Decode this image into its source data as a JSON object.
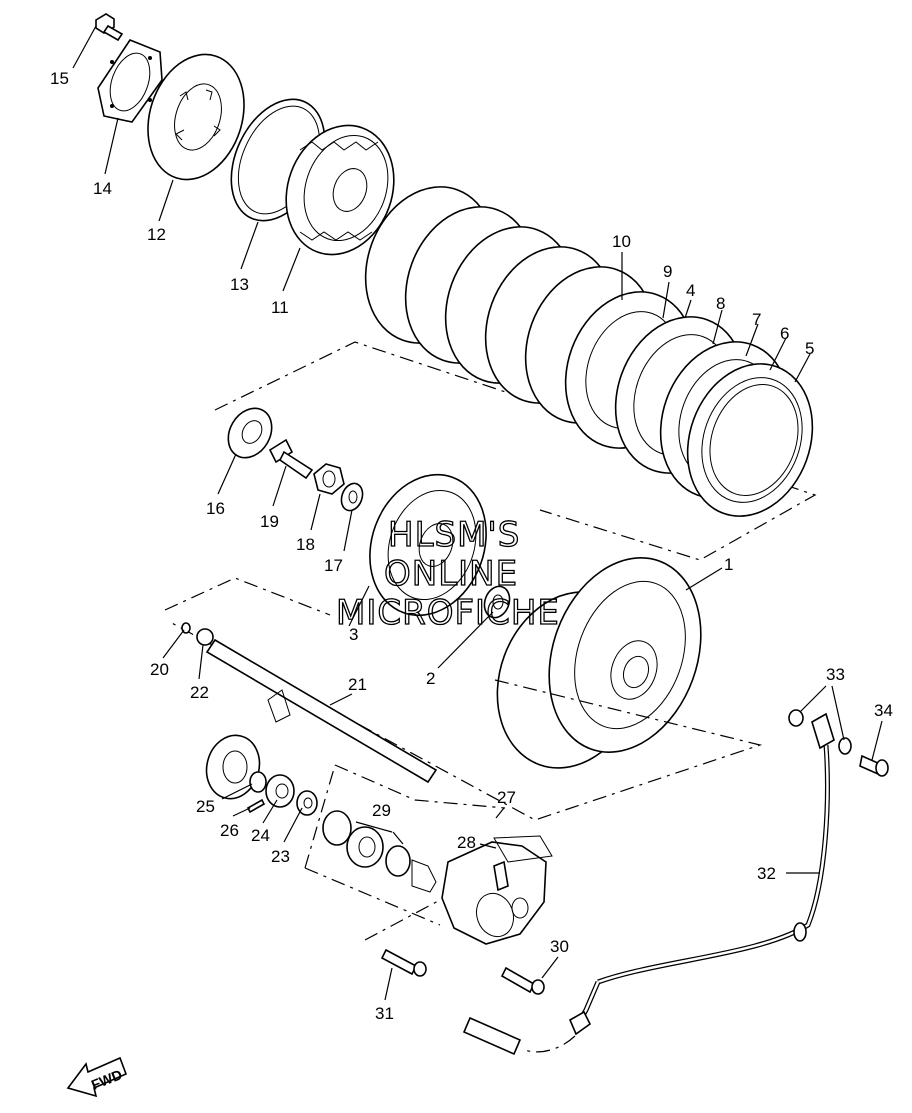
{
  "diagram": {
    "callouts": [
      {
        "id": "1",
        "label": "1"
      },
      {
        "id": "2",
        "label": "2"
      },
      {
        "id": "3",
        "label": "3"
      },
      {
        "id": "4",
        "label": "4"
      },
      {
        "id": "5",
        "label": "5"
      },
      {
        "id": "6",
        "label": "6"
      },
      {
        "id": "7",
        "label": "7"
      },
      {
        "id": "8",
        "label": "8"
      },
      {
        "id": "9",
        "label": "9"
      },
      {
        "id": "10",
        "label": "10"
      },
      {
        "id": "11",
        "label": "11"
      },
      {
        "id": "12",
        "label": "12"
      },
      {
        "id": "13",
        "label": "13"
      },
      {
        "id": "14",
        "label": "14"
      },
      {
        "id": "15",
        "label": "15"
      },
      {
        "id": "16",
        "label": "16"
      },
      {
        "id": "17",
        "label": "17"
      },
      {
        "id": "18",
        "label": "18"
      },
      {
        "id": "19",
        "label": "19"
      },
      {
        "id": "20",
        "label": "20"
      },
      {
        "id": "21",
        "label": "21"
      },
      {
        "id": "22",
        "label": "22"
      },
      {
        "id": "23",
        "label": "23"
      },
      {
        "id": "24",
        "label": "24"
      },
      {
        "id": "25",
        "label": "25"
      },
      {
        "id": "26",
        "label": "26"
      },
      {
        "id": "27",
        "label": "27"
      },
      {
        "id": "28",
        "label": "28"
      },
      {
        "id": "29",
        "label": "29"
      },
      {
        "id": "30",
        "label": "30"
      },
      {
        "id": "31",
        "label": "31"
      },
      {
        "id": "32",
        "label": "32"
      },
      {
        "id": "33",
        "label": "33"
      },
      {
        "id": "34",
        "label": "34"
      }
    ],
    "watermark": {
      "line1": "HLSM'S",
      "line2": "ONLINE",
      "line3": "MICROFICHE"
    },
    "direction_arrow": {
      "label": "FWD"
    }
  }
}
